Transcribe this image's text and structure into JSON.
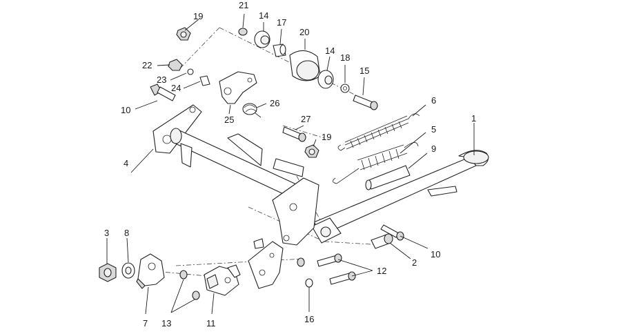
{
  "callouts": {
    "c1": "1",
    "c2": "2",
    "c3": "3",
    "c4": "4",
    "c5": "5",
    "c6": "6",
    "c7": "7",
    "c8": "8",
    "c9": "9",
    "c10a": "10",
    "c10b": "10",
    "c11": "11",
    "c12": "12",
    "c13": "13",
    "c14a": "14",
    "c14b": "14",
    "c15": "15",
    "c16": "16",
    "c17": "17",
    "c18": "18",
    "c19a": "19",
    "c19b": "19",
    "c20": "20",
    "c21": "21",
    "c22": "22",
    "c23": "23",
    "c24": "24",
    "c25": "25",
    "c26": "26",
    "c27": "27"
  }
}
